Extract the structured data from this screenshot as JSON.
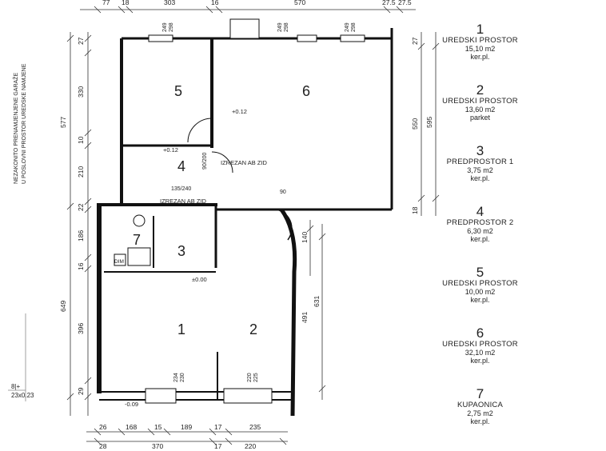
{
  "dims_top": [
    "77",
    "18",
    "303",
    "16",
    "570",
    "27.5",
    "27.5"
  ],
  "dims_left": [
    "577",
    "649"
  ],
  "dims_left_inner": [
    "27",
    "330",
    "10",
    "210",
    "22",
    "186",
    "16",
    "396",
    "29"
  ],
  "dims_right_inner": [
    "27",
    "550",
    "18"
  ],
  "dims_right_outer": [
    "595"
  ],
  "dims_bottom_1": [
    "26",
    "168",
    "15",
    "189",
    "17",
    "235"
  ],
  "dims_bottom_2": [
    "28",
    "370",
    "17",
    "220"
  ],
  "window_labels": [
    "249",
    "298",
    "249",
    "298",
    "249",
    "298",
    "234",
    "230",
    "220",
    "225"
  ],
  "door_labels": [
    "90/200",
    "135/240",
    "90"
  ],
  "interior_dims": [
    "140",
    "631",
    "491"
  ],
  "rooms_on_plan": [
    "1",
    "2",
    "3",
    "4",
    "5",
    "6",
    "7"
  ],
  "plan_labels": {
    "dim_tag": "DIM",
    "level_plus": "+0.12",
    "level_plus_2": "+0.12",
    "level_zero": "±0.00",
    "level_minus": "-0.09",
    "cut_wall_1": "IZREZAN AB ZID",
    "cut_wall_2": "IZREZAN AB ZID",
    "note_line1": "NEZAKONITO PRENAMJENJENE GARAŽE",
    "note_line2": "U POSLOVNI PROSTOR UREDSKE NAMJENE",
    "stamp_1": "8|+",
    "stamp_2": "23x0.23"
  },
  "legend": [
    {
      "num": "1",
      "name": "UREDSKI PROSTOR",
      "area": "15,10 m2",
      "floor": "ker.pl."
    },
    {
      "num": "2",
      "name": "UREDSKI PROSTOR",
      "area": "13,60 m2",
      "floor": "parket"
    },
    {
      "num": "3",
      "name": "PREDPROSTOR 1",
      "area": "3,75 m2",
      "floor": "ker.pl."
    },
    {
      "num": "4",
      "name": "PREDPROSTOR 2",
      "area": "6,30 m2",
      "floor": "ker.pl."
    },
    {
      "num": "5",
      "name": "UREDSKI PROSTOR",
      "area": "10,00 m2",
      "floor": "ker.pl."
    },
    {
      "num": "6",
      "name": "UREDSKI PROSTOR",
      "area": "32,10 m2",
      "floor": "ker.pl."
    },
    {
      "num": "7",
      "name": "KUPAONICA",
      "area": "2,75 m2",
      "floor": "ker.pl."
    }
  ]
}
